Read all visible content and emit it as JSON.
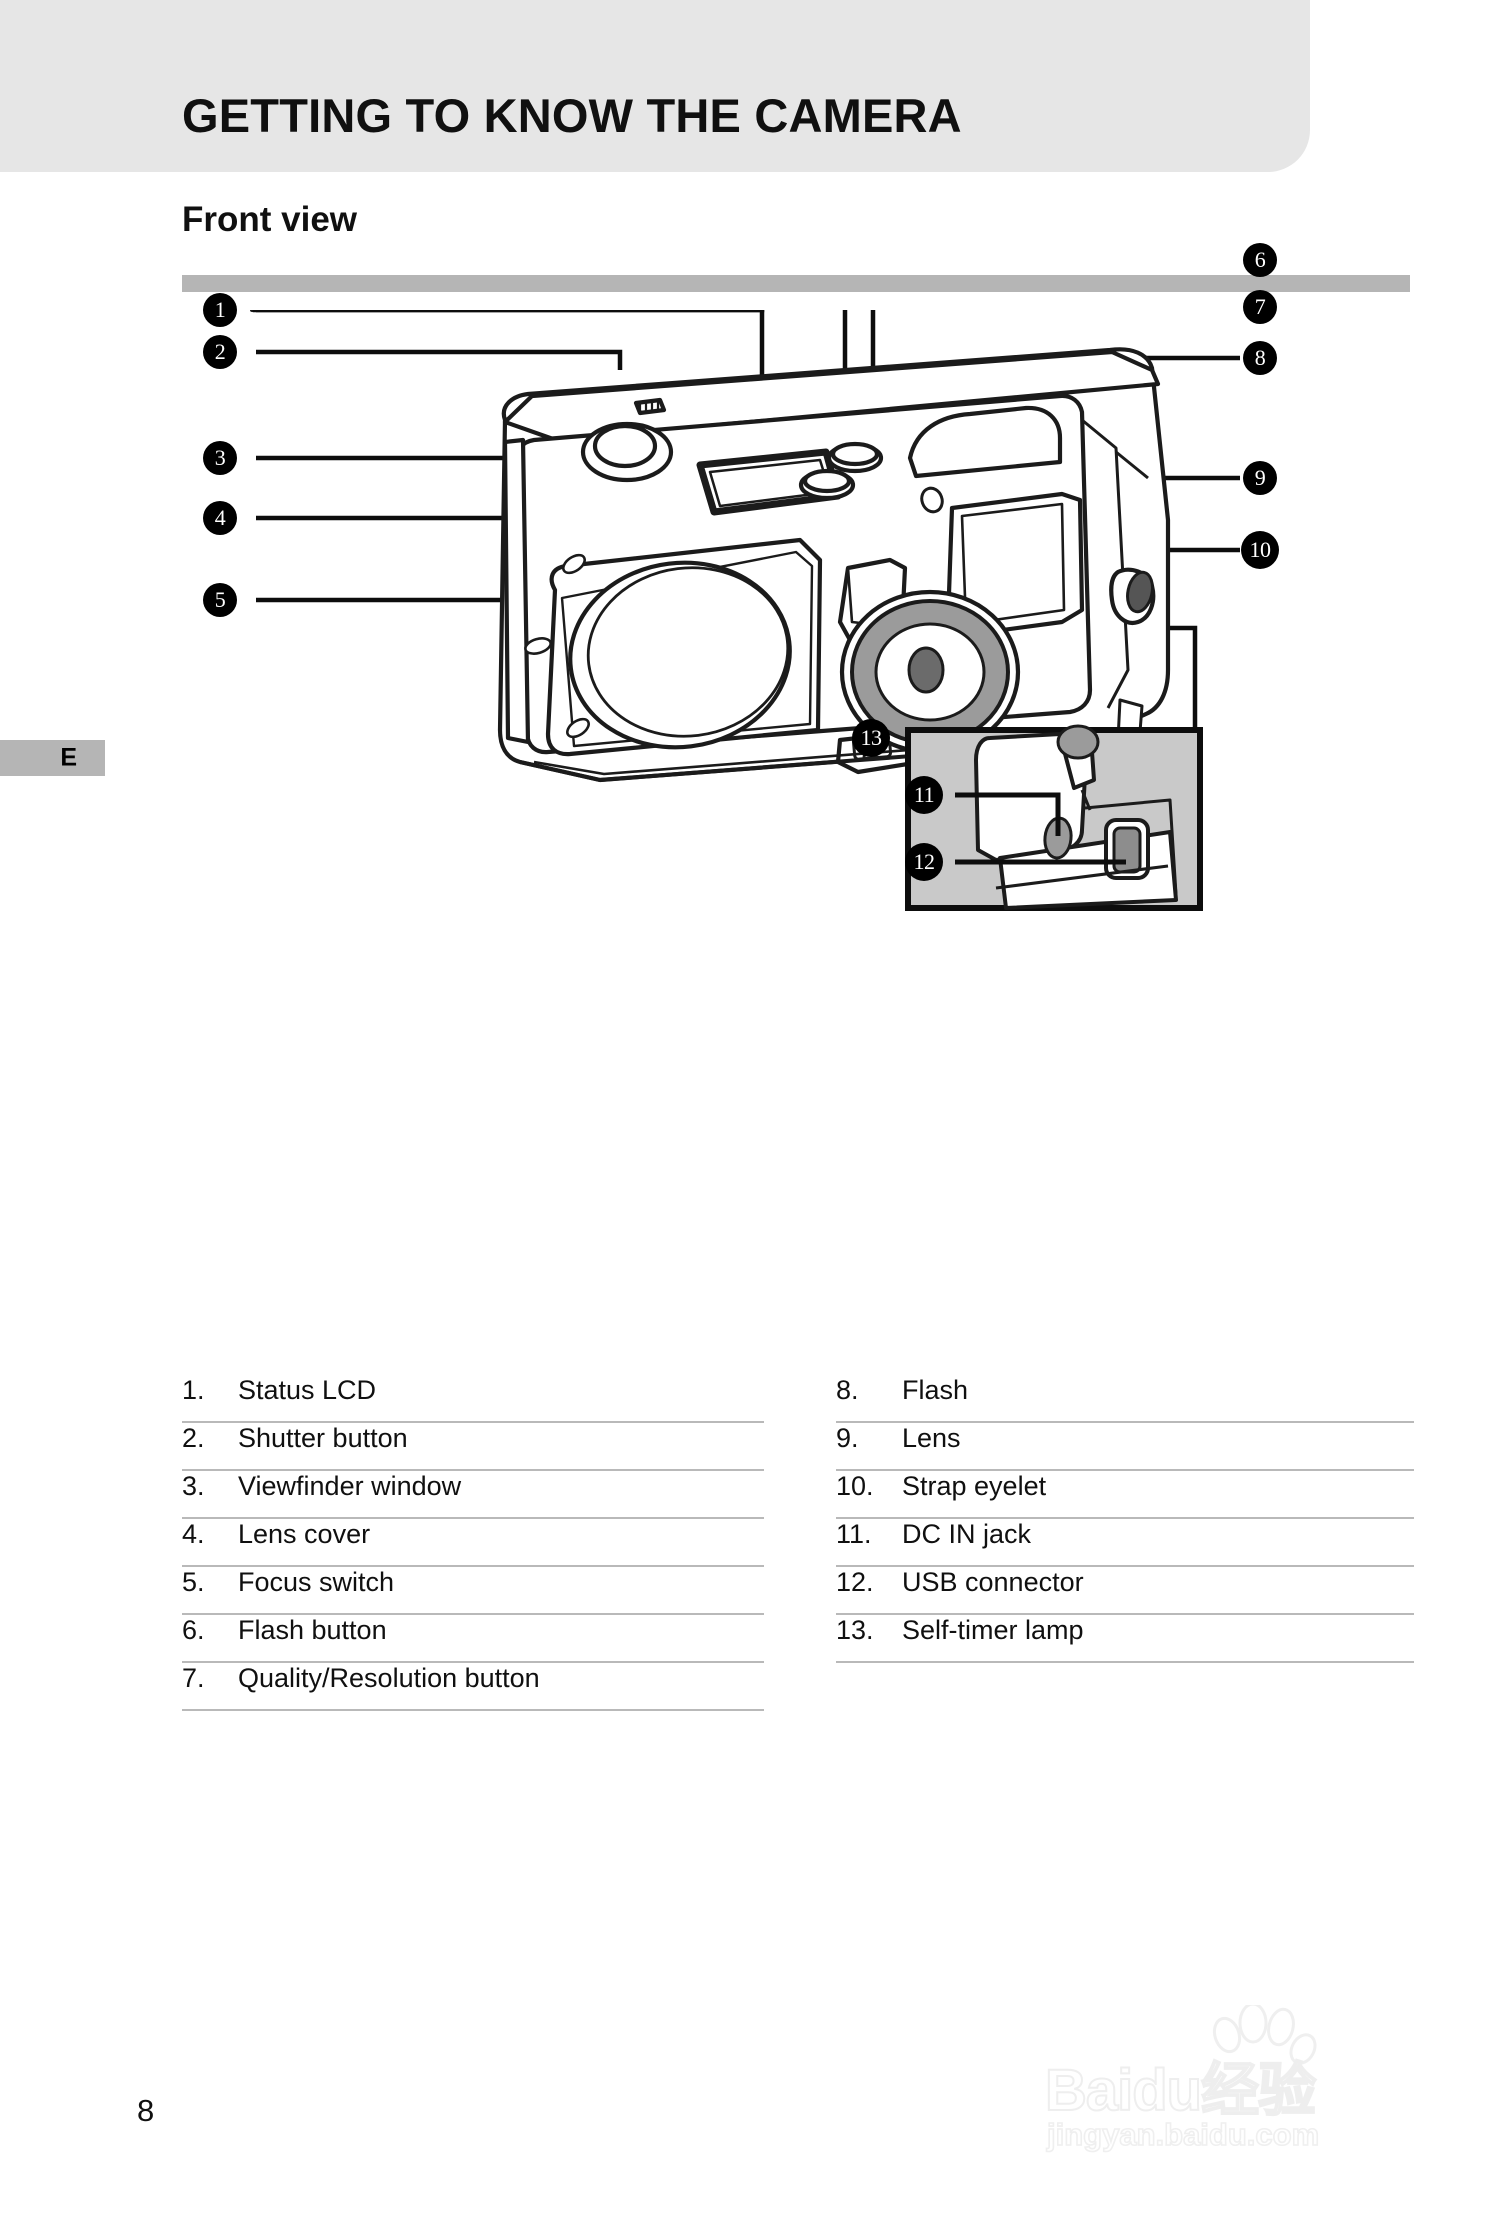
{
  "header": {
    "title": "GETTING TO KNOW THE CAMERA",
    "band_color": "#e6e6e6"
  },
  "section": {
    "subtitle": "Front view",
    "rule_color": "#b5b5b5"
  },
  "language_tab": {
    "label": "E",
    "background": "#b5b5b5"
  },
  "diagram": {
    "name": "camera-front-view-illustration",
    "inset_name": "camera-side-ports-detail",
    "inset_background": "#c9c9c9",
    "callouts": [
      {
        "id": "1",
        "label": "1"
      },
      {
        "id": "2",
        "label": "2"
      },
      {
        "id": "3",
        "label": "3"
      },
      {
        "id": "4",
        "label": "4"
      },
      {
        "id": "5",
        "label": "5"
      },
      {
        "id": "6",
        "label": "6"
      },
      {
        "id": "7",
        "label": "7"
      },
      {
        "id": "8",
        "label": "8"
      },
      {
        "id": "9",
        "label": "9"
      },
      {
        "id": "10",
        "label": "10"
      },
      {
        "id": "11",
        "label": "11"
      },
      {
        "id": "12",
        "label": "12"
      },
      {
        "id": "13",
        "label": "13"
      }
    ]
  },
  "features": {
    "left": [
      {
        "num": "1.",
        "label": "Status LCD"
      },
      {
        "num": "2.",
        "label": "Shutter button"
      },
      {
        "num": "3.",
        "label": "Viewfinder window"
      },
      {
        "num": "4.",
        "label": "Lens cover"
      },
      {
        "num": "5.",
        "label": "Focus switch"
      },
      {
        "num": "6.",
        "label": "Flash button"
      },
      {
        "num": "7.",
        "label": "Quality/Resolution button"
      }
    ],
    "right": [
      {
        "num": "8.",
        "label": "Flash"
      },
      {
        "num": "9.",
        "label": "Lens"
      },
      {
        "num": "10.",
        "label": "Strap eyelet"
      },
      {
        "num": "11.",
        "label": "DC IN jack"
      },
      {
        "num": "12.",
        "label": "USB connector"
      },
      {
        "num": "13.",
        "label": "Self-timer lamp"
      }
    ]
  },
  "footer": {
    "page_number": "8"
  },
  "watermark": {
    "main": "Baidu经验",
    "sub": "jingyan.baidu.com"
  }
}
